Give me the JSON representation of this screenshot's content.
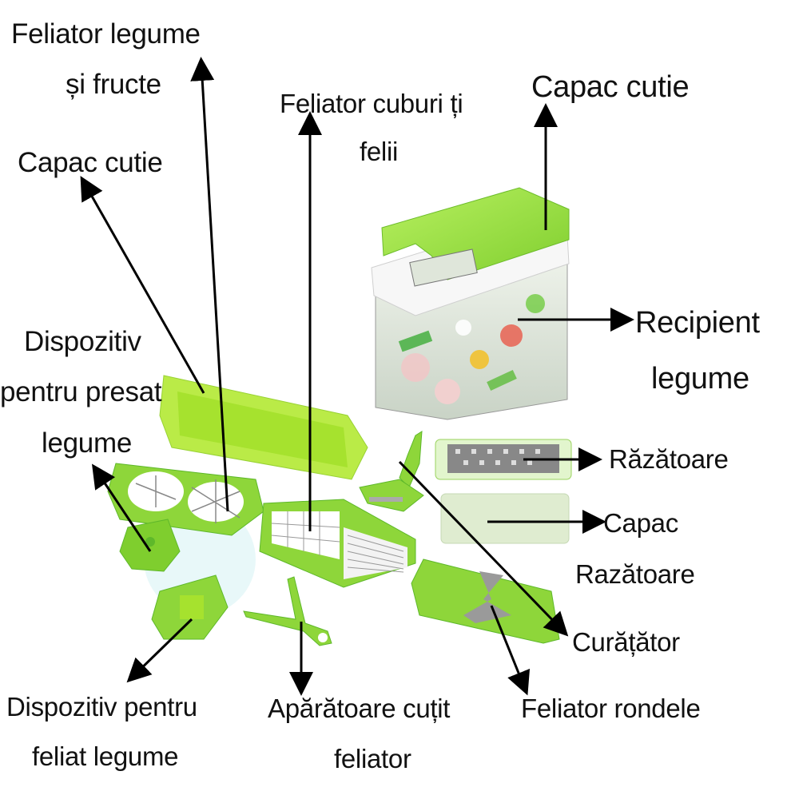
{
  "diagram": {
    "theme_color": "#8ed63a",
    "theme_dark": "#5eb82a",
    "labels": {
      "slicer_veg_fruit": [
        "Feliator legume",
        "și fructe"
      ],
      "lid_left": "Capac cutie",
      "slicer_cubes": [
        "Feliator cuburi ți",
        "felii"
      ],
      "lid_right": "Capac cutie",
      "press_device": [
        "Dispozitiv",
        "pentru presat",
        "legume"
      ],
      "container": [
        "Recipient",
        "legume"
      ],
      "grater": "Răzătoare",
      "grater_lid": [
        "Capac",
        "Razătoare"
      ],
      "peeler": "Curățător",
      "slice_holder": [
        "Dispozitiv pentru",
        "feliat legume"
      ],
      "blade_guard": [
        "Apărătoare cuțit",
        "feliator"
      ],
      "round_slicer": "Feliator rondele"
    }
  }
}
